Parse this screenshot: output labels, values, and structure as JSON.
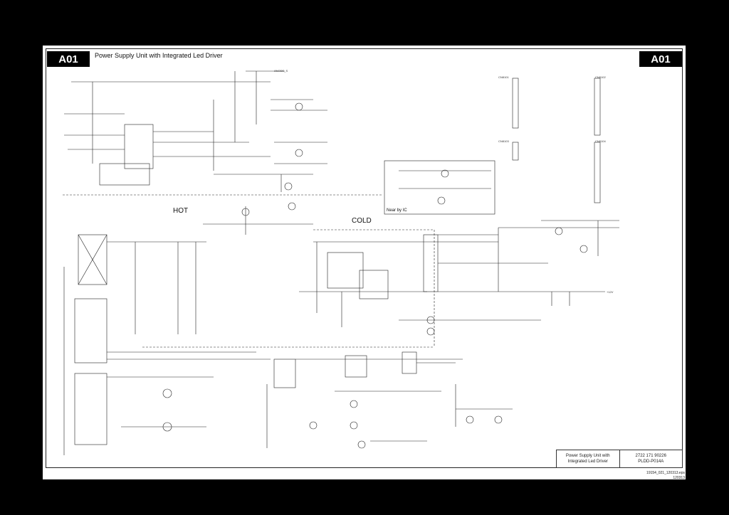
{
  "header": {
    "tag_left": "A01",
    "tag_right": "A01",
    "title": "Power Supply Unit with Integrated Led Driver"
  },
  "zones": {
    "hot": "HOT",
    "cold": "COLD",
    "near_ic": "Near by IC"
  },
  "title_block": {
    "description_line1": "Power Supply Unit with",
    "description_line2": "Integrated Led Driver",
    "code_line1": "2722 171 90226",
    "code_line2": "PLDD-P014A"
  },
  "footer": {
    "file": "19154_021_120313.eps",
    "date": "120313"
  },
  "connector_labels": {
    "cn1": "CN8101",
    "cn2": "CN8102",
    "cn3": "CN8103",
    "cn4": "CN8104",
    "vout": "+12V",
    "anode": "ANODE_S"
  }
}
